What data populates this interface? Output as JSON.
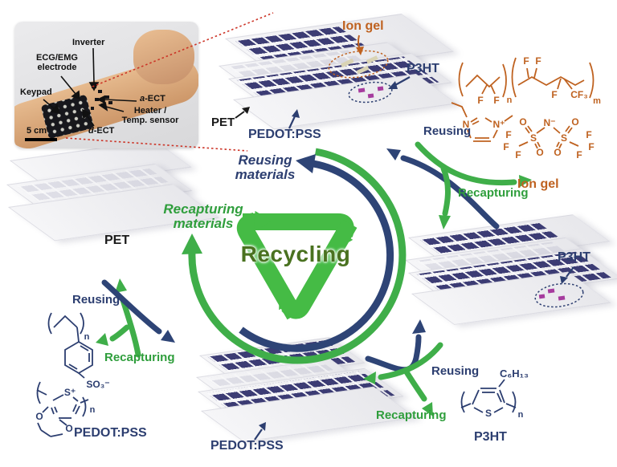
{
  "colors": {
    "navy": "#2c3e70",
    "green_arrow": "#3fae49",
    "green_text": "#2f9e3c",
    "recycle_green": "#45bb45",
    "title_green": "#4a7220",
    "orange": "#bf6220",
    "red_callout": "#cc3326",
    "pattern_navy": "#3c3c74",
    "magenta_residue": "#a63c9e"
  },
  "inset": {
    "inverter": "Inverter",
    "ecg_line1": "ECG/EMG",
    "ecg_line2": "electrode",
    "keypad": "Keypad",
    "a_ect_prefix": "a",
    "d_ect_prefix": "d",
    "ect_suffix": "-ECT",
    "heater_line1": "Heater /",
    "heater_line2": "Temp. sensor",
    "scale_bar": "5 cm"
  },
  "stacks": {
    "ion_gel": "Ion gel",
    "p3ht_top": "P3HT",
    "pet_top": "PET",
    "pedot_top": "PEDOT:PSS",
    "pet_left": "PET",
    "p3ht_right": "P3HT",
    "pedot_bottom": "PEDOT:PSS"
  },
  "center": {
    "title": "Recycling",
    "reusing_line1": "Reusing",
    "reusing_line2": "materials",
    "recapturing_line1": "Recapturing",
    "recapturing_line2": "materials"
  },
  "junctions": {
    "top_right": {
      "reusing": "Reusing",
      "recapturing": "Recapturing"
    },
    "bottom_right": {
      "reusing": "Reusing",
      "recapturing": "Recapturing"
    },
    "bottom_left": {
      "reusing": "Reusing",
      "recapturing": "Recapturing"
    }
  },
  "chemistry": {
    "ion_gel_label": "Ion gel",
    "pedot_pss_label": "PEDOT:PSS",
    "p3ht_label": "P3HT",
    "f": "F",
    "o": "O",
    "n": "N",
    "n_plus": "N⁺",
    "n_minus": "N⁻",
    "s": "S",
    "s_plus": "S⁺",
    "so3_minus": "SO₃⁻",
    "cf3": "CF₃",
    "c6h13": "C₆H₁₃",
    "sub_n": "n",
    "sub_m": "m"
  }
}
